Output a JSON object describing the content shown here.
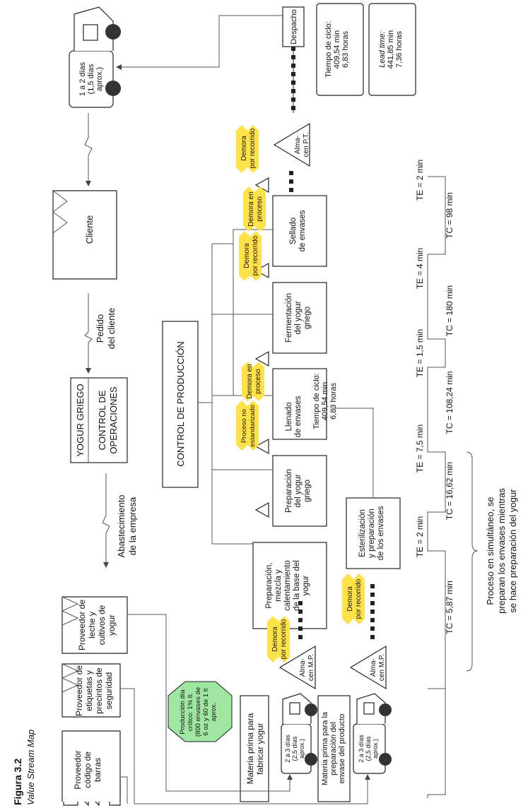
{
  "figure": {
    "label": "Figura 3.2",
    "subtitle": "Value Stream Map"
  },
  "suppliers": {
    "barcode": [
      "Proveedor",
      "código de",
      "barras"
    ],
    "labels": [
      "Proveedor de",
      "etiquetas y",
      "precintos de",
      "seguridad"
    ],
    "milk": [
      "Proveedor de",
      "leche y",
      "cultivos de",
      "yogur"
    ]
  },
  "company": {
    "name": "YOGUR GRIEGO",
    "dept": [
      "CONTROL DE",
      "OPERACIONES"
    ]
  },
  "client": {
    "name": "Cliente",
    "order": [
      "Pedido",
      "del cliente"
    ]
  },
  "supply_label": [
    "Abastecimiento",
    "de la empresa"
  ],
  "production_control": "CONTROL DE PRODUCCIÓN",
  "critical_note": [
    "Producción día",
    "crítico: 1% lt.",
    "(800 envases de",
    "6 oz y 60 de 1 lt",
    "aprox."
  ],
  "raw_materials": {
    "yogurt": [
      "Materia prima para",
      "fabricar yogur"
    ],
    "container": [
      "Materia prima para la",
      "preparación del",
      "envase del producto"
    ]
  },
  "truck_labels": {
    "t1": [
      "2 a 3 días",
      "(2,5 días",
      "aprox.)"
    ],
    "t2": [
      "2 a 3 días",
      "(2,5 días",
      "aprox.)"
    ],
    "t3": [
      "1 a 2 días",
      "(1,5 días",
      "aprox.)"
    ]
  },
  "storage": {
    "mp": [
      "Alma-",
      "cen M.P."
    ],
    "pt": [
      "Alma-",
      "cen P.T."
    ]
  },
  "processes": {
    "p1": [
      "Preparación,",
      "mezcla y",
      "calentamiento",
      "de la base del",
      "yogur"
    ],
    "p2": [
      "Preparación",
      "del yogur",
      "griego"
    ],
    "p3": [
      "Llenado",
      "de envases"
    ],
    "p3_cycle": [
      "Tiempo de ciclo:",
      "409,54 min",
      "6,83 horas"
    ],
    "p4": [
      "Fermentación",
      "del yogur",
      "griego"
    ],
    "p5": [
      "Sellado",
      "de envases"
    ],
    "p6": [
      "Esterilización",
      "y preparación",
      "de los envases"
    ]
  },
  "kaizen": {
    "k1": [
      "Demora",
      "por recorrido"
    ],
    "k2": [
      "Demora",
      "por recorrido"
    ],
    "k3": [
      "Proceso no",
      "estandarizado"
    ],
    "k4": [
      "Demora en",
      "proceso"
    ],
    "k5": [
      "Demora",
      "por recorrido"
    ],
    "k6": [
      "Demora en",
      "proceso"
    ],
    "k7": [
      "Demora",
      "por recorrido"
    ]
  },
  "dispatch": "Despacho",
  "summary": {
    "cycle": [
      "Tiempo de ciclo:",
      "409,54 min",
      "6,83 horas"
    ],
    "lead_label": "Lead time:",
    "lead": [
      "441,85 min",
      "7,36 horas"
    ]
  },
  "timeline": {
    "te": [
      "TE = 2 min",
      "TE = 7,5 min",
      "TE = 1,5 min",
      "TE = 4 min",
      "TE = 2 min"
    ],
    "tc": [
      "TC = 5,87 min",
      "TC = 16,62 min",
      "TC = 108,24 min",
      "TC = 180 min",
      "TC = 98 min"
    ]
  },
  "simultaneous_note": [
    "Proceso en simultáneo, se",
    "preparan los envases mientras",
    "se hace preparación del yogur"
  ]
}
